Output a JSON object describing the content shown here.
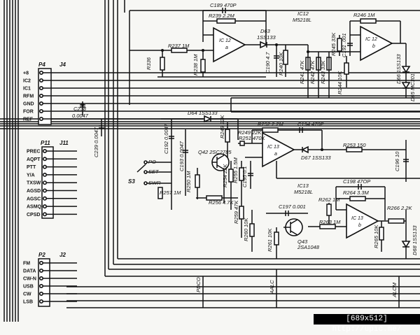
{
  "connectors": {
    "p4": {
      "ref": "P4",
      "ref2": "J4",
      "pins": [
        "+8",
        "IC2",
        "IC1",
        "RFM",
        "GND",
        "FOR",
        "REF"
      ]
    },
    "p11": {
      "ref": "P11",
      "ref2": "J11",
      "pins": [
        "PREC",
        "AQPT",
        "PTT",
        "Y/A",
        "TXSW",
        "AGSD",
        "AGSC",
        "ASMQ",
        "CPSD"
      ]
    },
    "p2": {
      "ref": "P2",
      "ref2": "J2",
      "pins": [
        "FM",
        "DATA",
        "CW-N",
        "USB",
        "CW",
        "LSB"
      ]
    }
  },
  "labels": {
    "c189": "C189 470P",
    "r239": "R239 2.2M",
    "ic12a": "IC12",
    "ic12a_type": "M5218L",
    "ic12_a_unit": "IC 12",
    "ic12_a_sub": "a",
    "ic12_b_unit": "IC 12",
    "ic12_b_sub": "b",
    "r246": "R246 1M",
    "d63": "D63",
    "d63_type": "1SS133",
    "r237": "R237 1M",
    "r336": "R336",
    "r238": "R238 1M",
    "c190": "C190 4.7",
    "r240": "R240 10K",
    "r241": "R241 47K",
    "r242": "R242 47K",
    "r243": "R243 33K",
    "r245": "R245 33K",
    "c191": "C191 .001",
    "r244": "R244 10K",
    "d66": "D66 1SS133",
    "d65": "D65 MC301",
    "d64": "D64 1SS133",
    "c238": "C238",
    "c238v": "0.0047",
    "c239": "C239 0.0047",
    "c192": "C192 0.0047",
    "r249": "R249 22K",
    "r252": "R252 2.2M",
    "c194": "C194 470P",
    "r251": "R251 470K",
    "q42": "Q42 2SC2785",
    "r253": "R253 150",
    "c196": "C196 10",
    "ic13_unit": "IC 13",
    "ic13_sub": "a",
    "d67": "D67 1SS133",
    "s3": "S3",
    "set": "SET",
    "swr": "SWR",
    "po": "PO",
    "c193": "C193 0.0047",
    "r250": "R250 1M",
    "r254": "R254 22K",
    "r255": "R255 1.5M",
    "c195": "C195 0.1",
    "r257": "R257 1M",
    "r256": "R256 4.7K",
    "r259": "R259 47K",
    "r260": "R260 10K",
    "ic13b": "IC13",
    "ic13b_type": "M5218L",
    "c198": "C198 47OP",
    "r264": "R264 3.3M",
    "c197": "C197 0.001",
    "r262": "R262 1M",
    "r263": "R263 1M",
    "ic13b_unit": "IC 13",
    "ic13b_sub": "b",
    "r266": "R266 2.2K",
    "r265": "R265 10K",
    "d68": "D68 1SS133",
    "r261": "R261 10K",
    "q43": "Q43",
    "q43_type": "2SA1048",
    "pdco": "PDCO",
    "aalc": "AALC",
    "alcm": "ALCM"
  },
  "watermark": "[689x512] http://upic.me/"
}
